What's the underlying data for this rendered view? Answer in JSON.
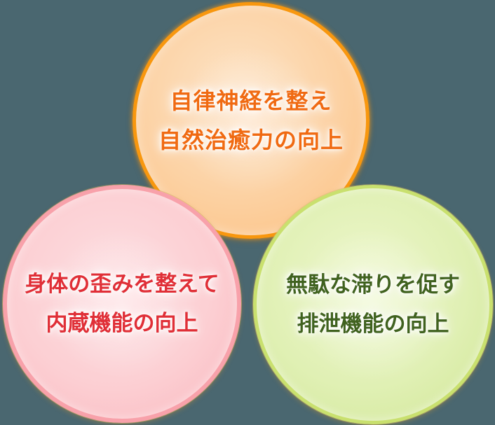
{
  "background_color": "#4a6770",
  "diagram": {
    "type": "three-circle benefits diagram",
    "description": "Three overlapping gradient circles listing treatment benefits"
  },
  "circles": [
    {
      "id": "autonomic",
      "position": "top",
      "lines": [
        "自律神経を整え",
        "自然治癒力の向上"
      ],
      "colors": {
        "border": "#f8970e",
        "fill_center": "#fde3c6",
        "fill_mid": "#fcd2a4",
        "fill_edge": "#fbbf7e",
        "text": "#f06a12"
      }
    },
    {
      "id": "posture",
      "position": "bottom-left",
      "lines": [
        "身体の歪みを整えて",
        "内蔵機能の向上"
      ],
      "colors": {
        "border": "#f8a1aa",
        "fill_center": "#fddee1",
        "fill_mid": "#fccfd3",
        "fill_edge": "#f9b6bd",
        "text": "#e02f37"
      }
    },
    {
      "id": "excretion",
      "position": "bottom-right",
      "lines": [
        "無駄な滞りを促す",
        "排泄機能の向上"
      ],
      "colors": {
        "border": "#c9e06e",
        "fill_center": "#eef7cd",
        "fill_mid": "#e0f0b4",
        "fill_edge": "#d0e695",
        "text": "#40621f"
      }
    }
  ]
}
